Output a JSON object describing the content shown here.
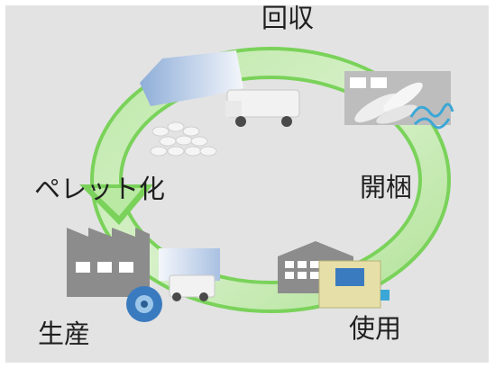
{
  "labels": {
    "collection": "回収",
    "unpacking": "開梱",
    "pelletizing": "ペレット化",
    "production": "生産",
    "use": "使用"
  },
  "colors": {
    "background": "#e3e3e3",
    "cycle_green": "#7ad25a",
    "cycle_green_light": "#b9e9a3",
    "building_gray": "#8c8c8c",
    "truck_white": "#f2f2f2",
    "blue_accent": "#3aa7d6",
    "box_tan": "#e6e0a8"
  },
  "icons": [
    "truck-icon",
    "bales-icon",
    "pellets-icon",
    "factory-icon",
    "tire-icon",
    "warehouse-icon",
    "box-icon"
  ]
}
